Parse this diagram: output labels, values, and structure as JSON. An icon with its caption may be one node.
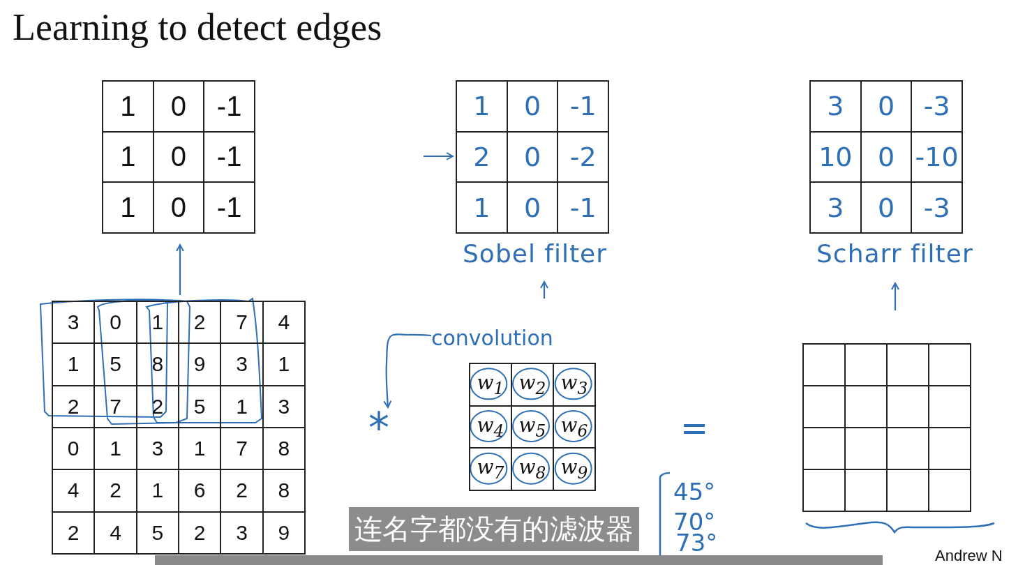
{
  "diagram": {
    "title": "Learning to detect edges",
    "nodes": [
      {
        "text": [
          "1",
          "0",
          "-1",
          "1",
          "0",
          "-1",
          "1",
          "0",
          "-1"
        ]
      },
      {
        "text": [
          "1",
          "0",
          "-1",
          "2",
          "0",
          "-2",
          "1",
          "0",
          "-1"
        ],
        "beside": [
          "Sobel filter"
        ]
      },
      {
        "text": [
          "3",
          "0",
          "-3",
          "10",
          "0",
          "-10",
          "3",
          "0",
          "-3"
        ],
        "beside": [
          "Scharr filter"
        ]
      },
      {
        "text": [
          "3",
          "0",
          "1",
          "2",
          "7",
          "4",
          "1",
          "5",
          "8",
          "9",
          "3",
          "1",
          "2",
          "7",
          "2",
          "5",
          "1",
          "3",
          "0",
          "1",
          "3",
          "1",
          "7",
          "8",
          "4",
          "2",
          "1",
          "6",
          "2",
          "8",
          "2",
          "4",
          "5",
          "2",
          "3",
          "9"
        ]
      },
      {
        "text": [
          "convolution"
        ]
      },
      {
        "text": [
          "*"
        ]
      },
      {
        "text": [
          "*w*$_{1}$",
          "*w*$_{2}$",
          "*w*$_{3}$",
          "*w*$_{4}$",
          "*w*$_{5}$",
          "*w*$_{6}$",
          "*w*$_{7}$",
          "*w*$_{8}$",
          "*w*$_{9}$"
        ]
      },
      {
        "text": [],
        "shape": "box"
      },
      {
        "text": [],
        "shape": "bar"
      }
    ],
    "edges": [
      {
        "from": 3,
        "to": 0,
        "arrow": "to"
      },
      {
        "from": null,
        "to": 1,
        "arrow": "to"
      },
      {
        "from": null,
        "to": 2,
        "arrow": "to"
      },
      {
        "from": null,
        "to": 1,
        "arrow": "to"
      },
      {
        "from": 4,
        "to": 5,
        "arrow": "to"
      }
    ],
    "labels": [
      "=",
      "45°",
      "70°",
      "73°",
      "连名字都没有的滤波器",
      "Andrew N"
    ]
  }
}
